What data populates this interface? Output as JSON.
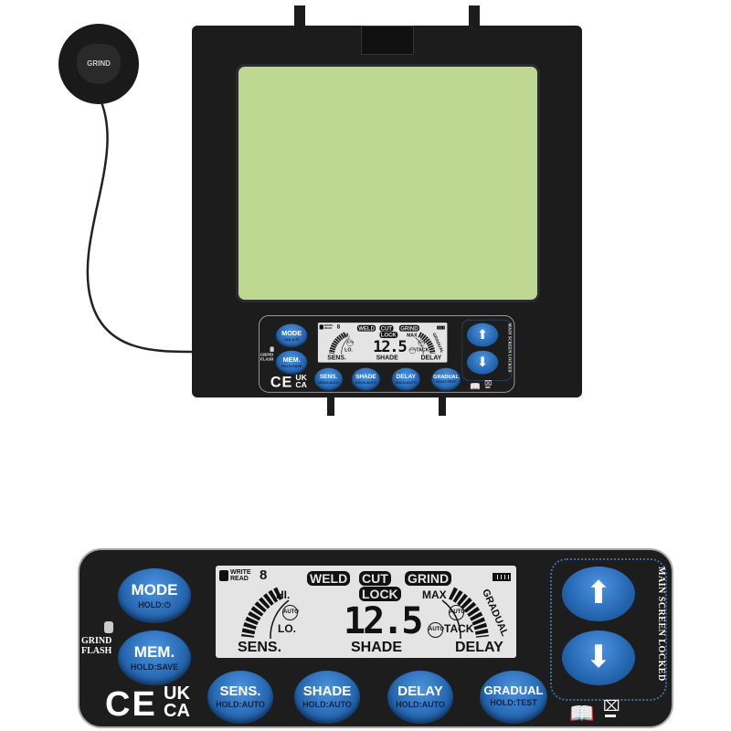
{
  "remote": {
    "label": "GRIND"
  },
  "panel": {
    "mode": {
      "label": "MODE",
      "hold": "HOLD:⏻"
    },
    "mem": {
      "label": "MEM.",
      "hold": "HOLD:SAVE"
    },
    "led_label": [
      "GRIND",
      "FLASH"
    ],
    "cert": {
      "ce": "CE",
      "uk": "UK",
      "ca": "CA"
    },
    "buttons": [
      {
        "label": "SENS.",
        "hold": "HOLD:AUTO"
      },
      {
        "label": "SHADE",
        "hold": "HOLD:AUTO"
      },
      {
        "label": "DELAY",
        "hold": "HOLD:AUTO"
      },
      {
        "label": "GRADUAL",
        "hold": "HOLD:TEST"
      }
    ],
    "lock_label": "MAIN SCREEN LOCKED",
    "up_icon": "arrow-up-icon",
    "down_icon": "arrow-down-icon",
    "lcd": {
      "write": "WRITE",
      "read": "READ",
      "mem_digit": "8",
      "modes": [
        "WELD",
        "CUT",
        "GRIND"
      ],
      "lock": "LOCK",
      "shade_value": "12.5",
      "auto": "AUTO",
      "hi": "HI.",
      "lo": "LO.",
      "max": "MAX",
      "tack": "TACK",
      "gradual": "GRADUAL",
      "sens": "SENS.",
      "shade": "SHADE",
      "delay": "DELAY"
    }
  },
  "colors": {
    "lens": "#bcd891",
    "button": "#1f5fa8",
    "body": "#1c1c1c"
  }
}
